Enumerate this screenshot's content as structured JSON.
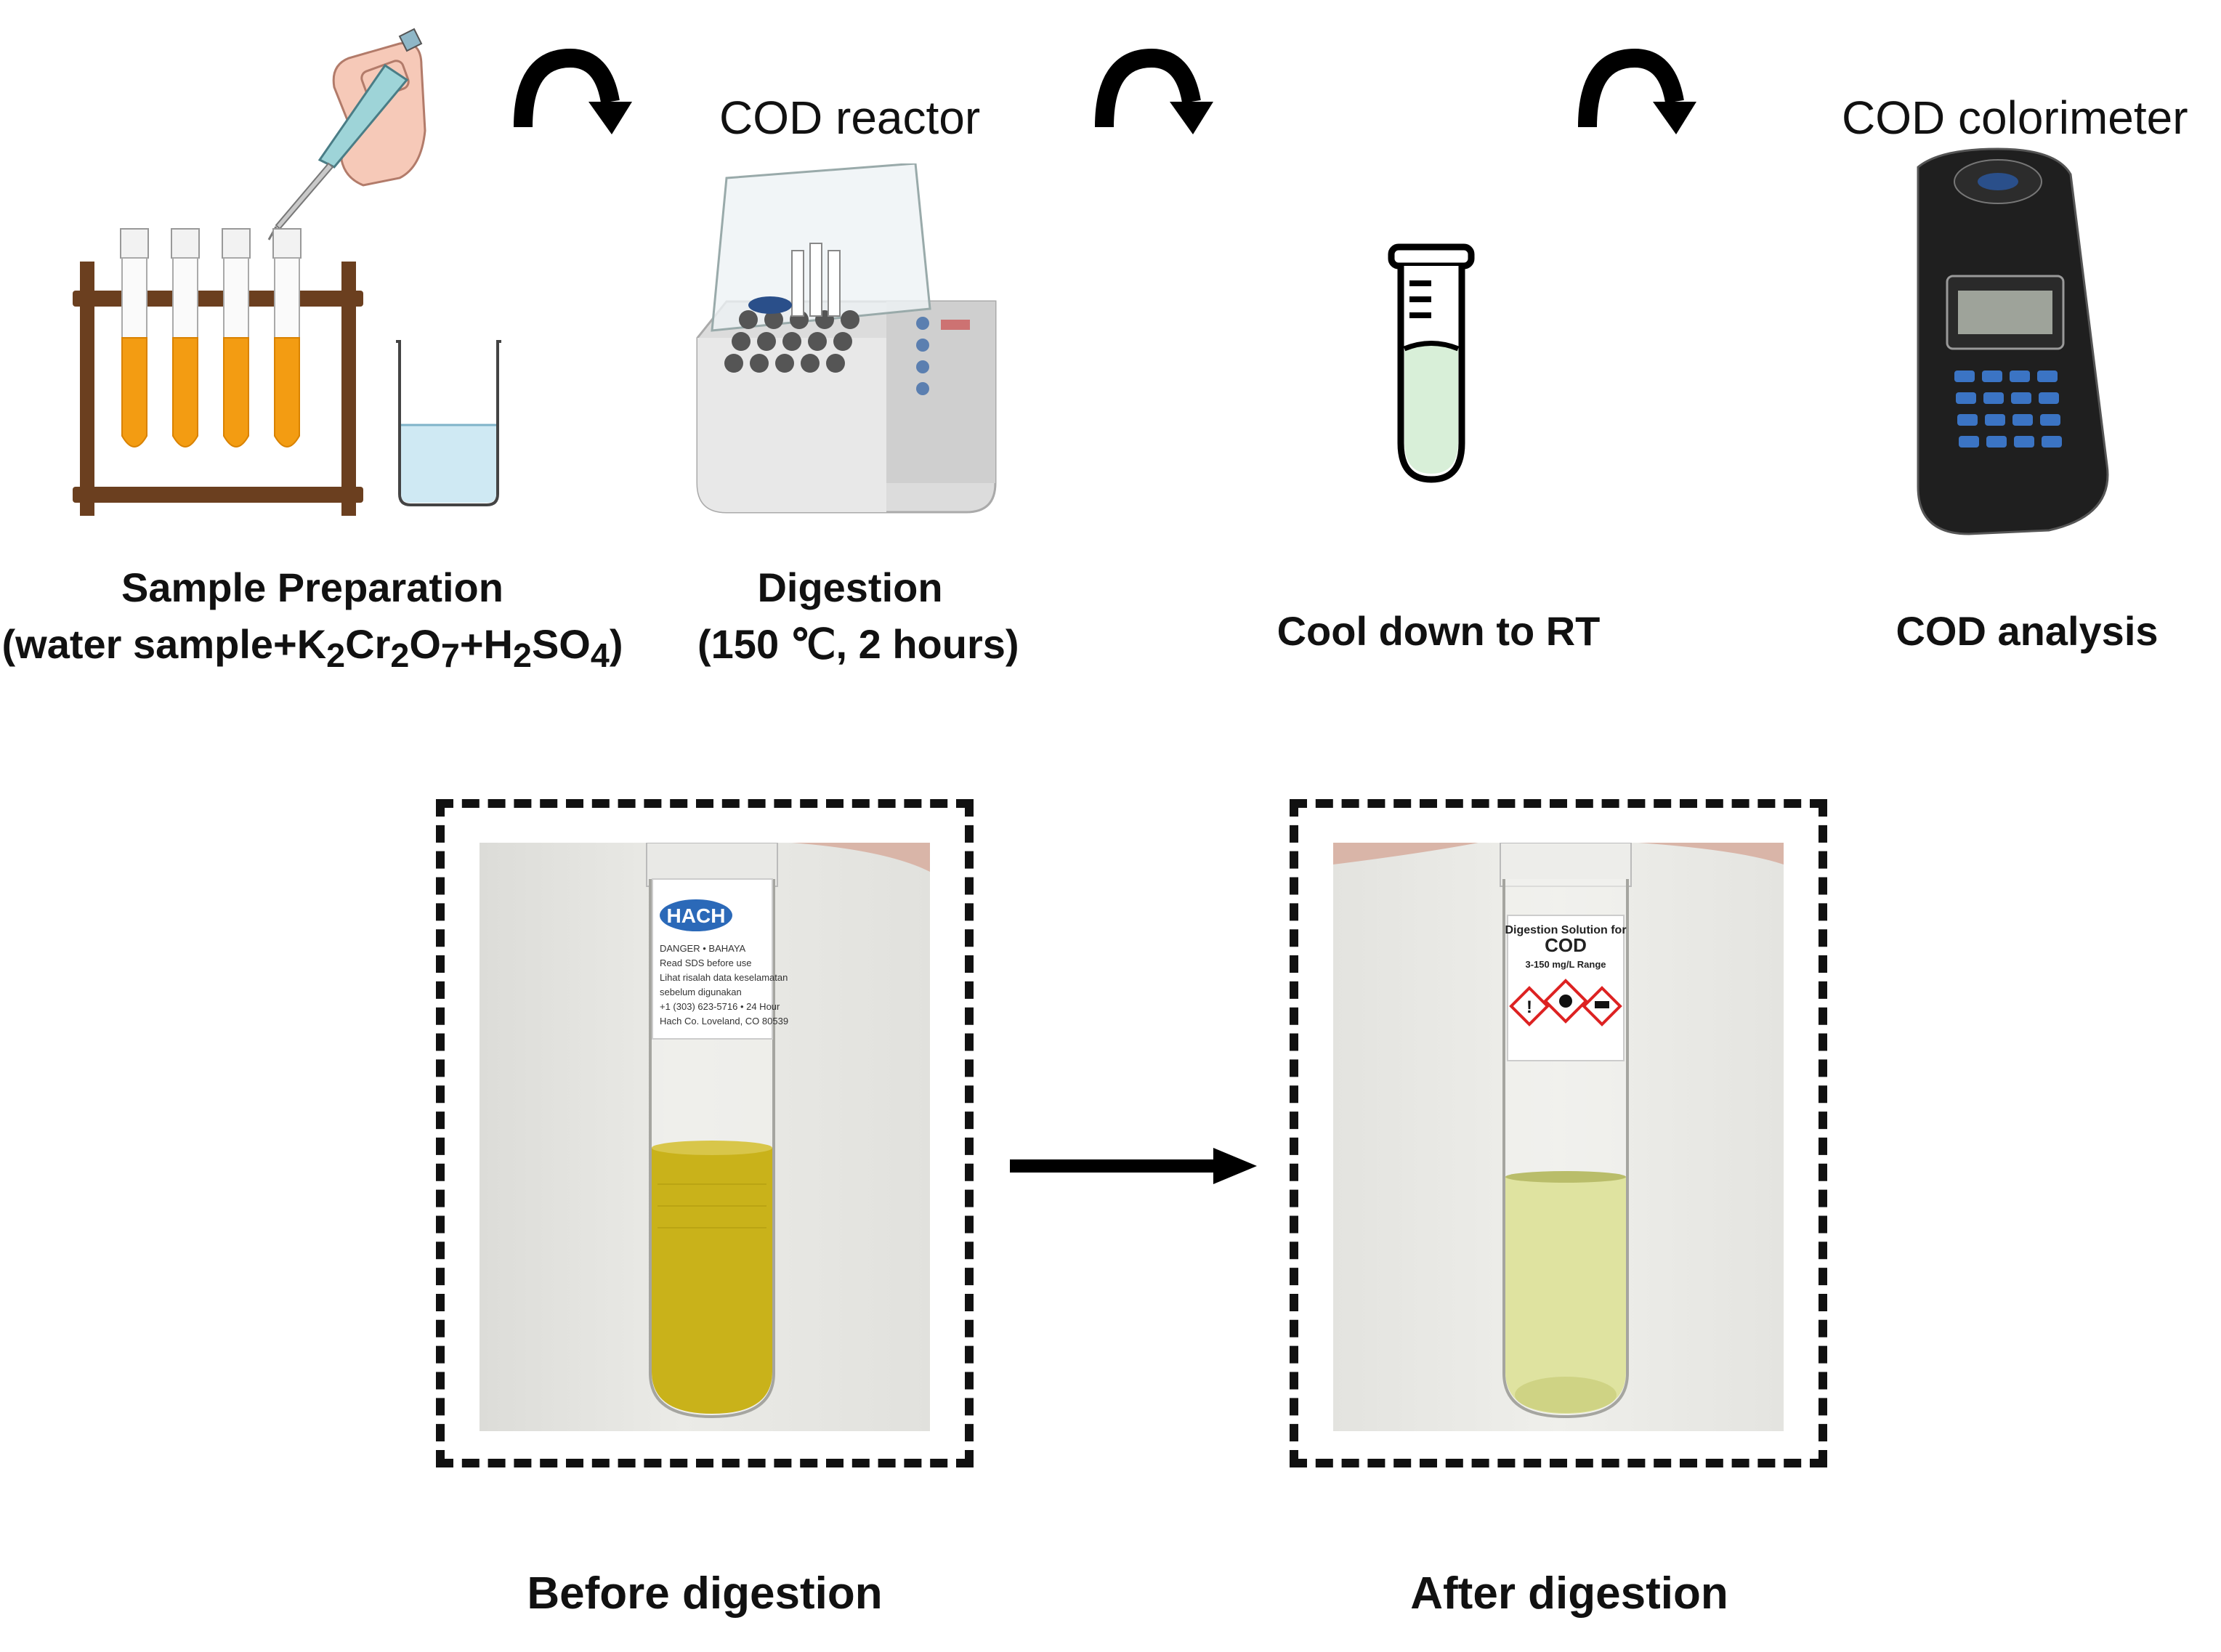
{
  "steps": [
    {
      "title": "Sample Preparation",
      "formula": {
        "prefix": "(water sample+K",
        "s1": "2",
        "m1": "Cr",
        "s2": "2",
        "m2": "O",
        "s3": "7",
        "m3": "+H",
        "s4": "2",
        "m4": "SO",
        "s5": "4",
        "suffix": ")"
      }
    },
    {
      "title": "Digestion",
      "detail": "(150 ℃, 2 hours)",
      "device": "COD reactor"
    },
    {
      "title": "Cool down to RT"
    },
    {
      "title": "COD analysis",
      "device": "COD colorimeter"
    }
  ],
  "tube_labels": {
    "hach_logo": "HACH",
    "before_label_lines": [
      "DANGER • BAHAYA",
      "Read SDS before use",
      "Lihat risalah data keselamatan",
      "sebelum digunakan",
      "+1 (303) 623-5716 • 24 Hour",
      "Hach Co. Loveland, CO 80539"
    ],
    "after_label_title": "Digestion Solution for",
    "after_label_cod": "COD",
    "after_label_range": "3-150 mg/L Range"
  },
  "comparison": {
    "before": "Before digestion",
    "after": "After digestion"
  },
  "colors": {
    "orange_liquid": "#f39c12",
    "rack_wood": "#6b3f1f",
    "yellow_liquid": "#c9b21a",
    "pale_liquid": "#dfe3a0",
    "cool_tube_fill": "#d8efd8"
  }
}
